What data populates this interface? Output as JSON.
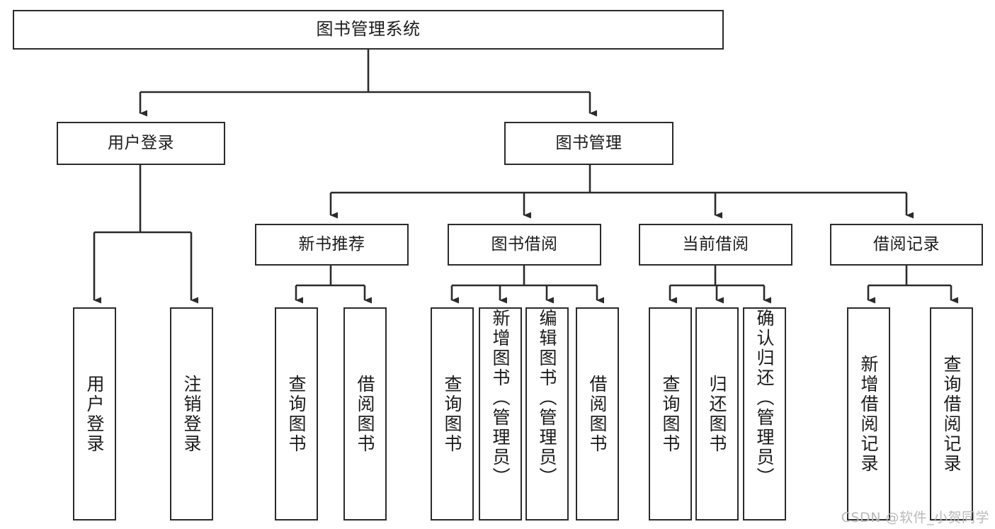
{
  "diagram": {
    "type": "tree-hierarchy-chart",
    "title": "图书管理系统",
    "line_color": "#2b2b2b",
    "box_fill": "#ffffff",
    "text_color": "#1b1b1b",
    "levels": 4
  },
  "nodes": {
    "root": {
      "label": "图书管理系统"
    },
    "level2": [
      {
        "label": "用户登录"
      },
      {
        "label": "图书管理"
      }
    ],
    "level3": [
      {
        "label": "新书推荐"
      },
      {
        "label": "图书借阅"
      },
      {
        "label": "当前借阅"
      },
      {
        "label": "借阅记录"
      }
    ],
    "leaves": {
      "user_login": [
        {
          "label": "用户登录"
        },
        {
          "label": "注销登录"
        }
      ],
      "new_book_recommend": [
        {
          "label": "查询图书"
        },
        {
          "label": "借阅图书"
        }
      ],
      "book_borrow": [
        {
          "label": "查询图书"
        },
        {
          "label": "新增图书（管理员）"
        },
        {
          "label": "编辑图书（管理员）"
        },
        {
          "label": "借阅图书"
        }
      ],
      "current_borrow": [
        {
          "label": "查询图书"
        },
        {
          "label": "归还图书"
        },
        {
          "label": "确认归还（管理员）"
        }
      ],
      "borrow_record": [
        {
          "label": "新增借阅记录"
        },
        {
          "label": "查询借阅记录"
        }
      ]
    }
  },
  "watermark": {
    "text": "CSDN @软件_小贺同学"
  }
}
